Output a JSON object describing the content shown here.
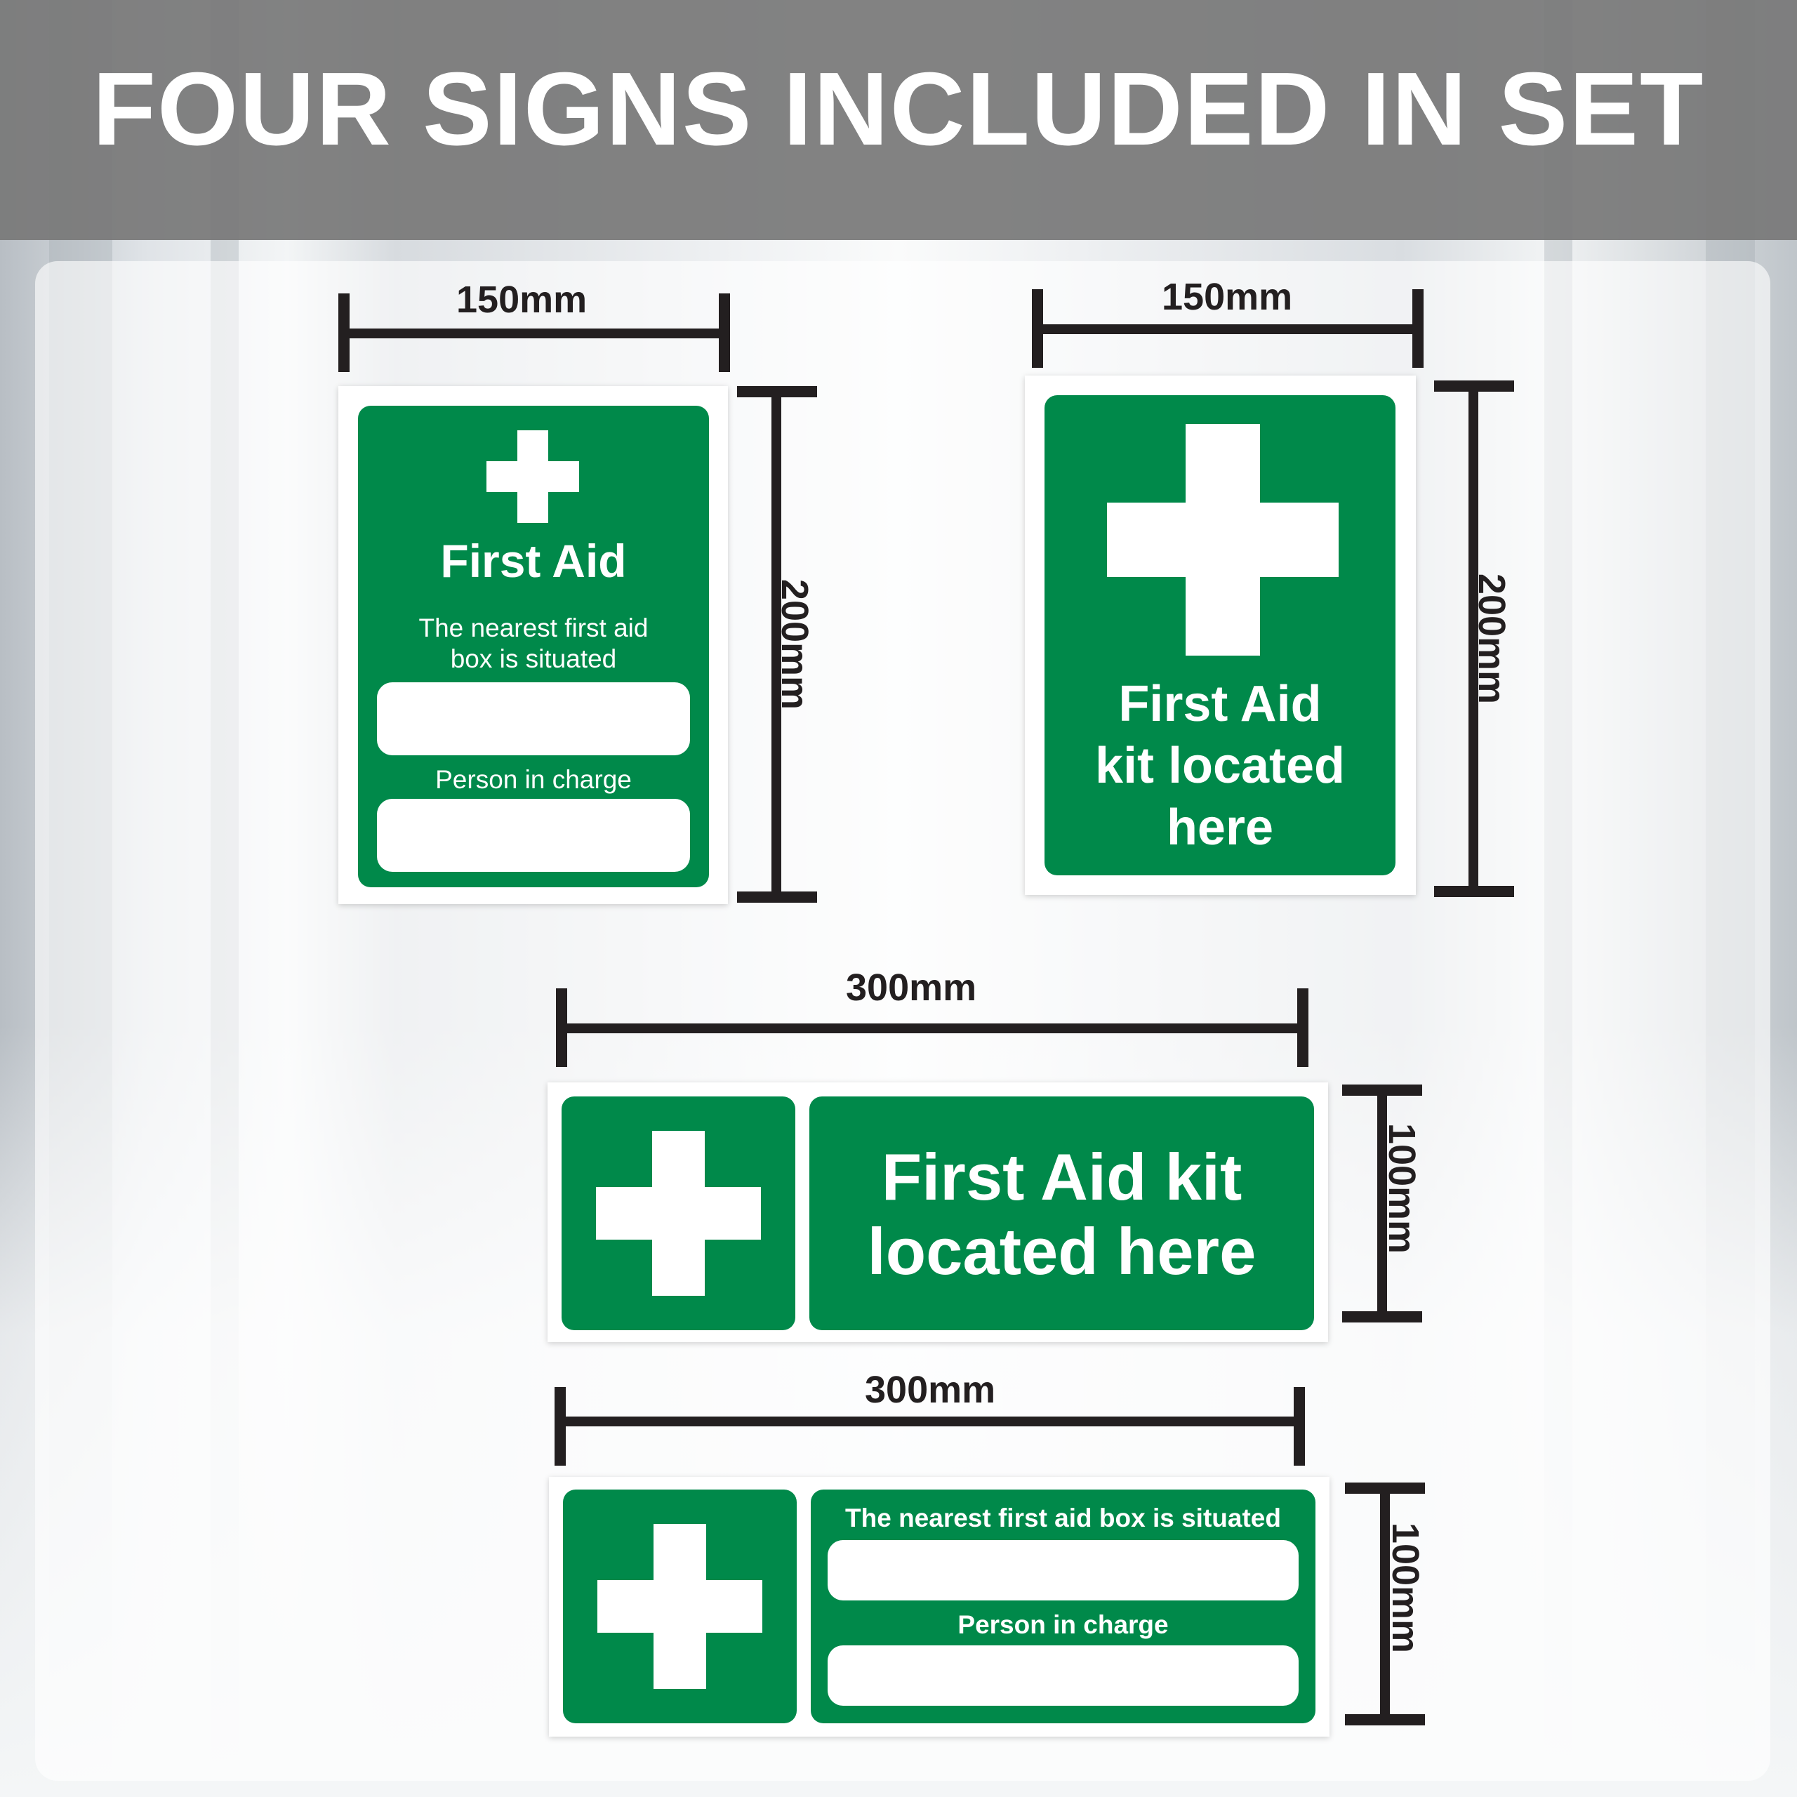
{
  "header": {
    "title": "FOUR SIGNS INCLUDED IN SET"
  },
  "colors": {
    "sign_green": "#00894a",
    "dimension_ink": "#231f20",
    "header_band": "#787878"
  },
  "signs": [
    {
      "width_label": "150mm",
      "height_label": "200mm",
      "icon": "first-aid-cross-icon",
      "title": "First Aid",
      "line1": "The nearest first aid",
      "line2": "box is situated",
      "field2_label": "Person in charge"
    },
    {
      "width_label": "150mm",
      "height_label": "200mm",
      "icon": "first-aid-cross-icon",
      "line1": "First Aid",
      "line2": "kit located",
      "line3": "here"
    },
    {
      "width_label": "300mm",
      "height_label": "100mm",
      "icon": "first-aid-cross-icon",
      "line1": "First Aid kit",
      "line2": "located here"
    },
    {
      "width_label": "300mm",
      "height_label": "100mm",
      "icon": "first-aid-cross-icon",
      "field1_label": "The nearest first aid box is situated",
      "field2_label": "Person in charge"
    }
  ]
}
